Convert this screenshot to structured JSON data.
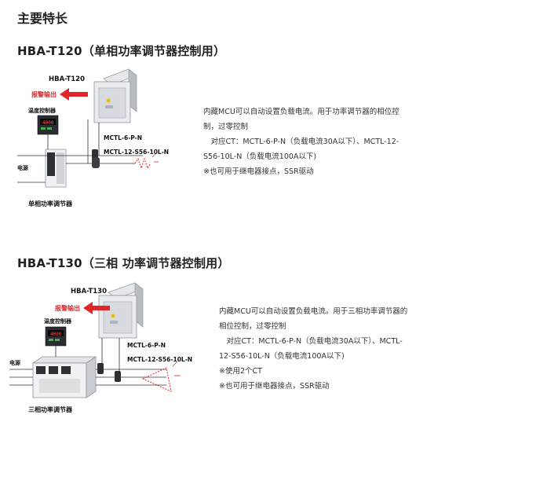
{
  "page_title": "主要特长",
  "sections": [
    {
      "title": "HBA-T120（单相功率调节器控制用）",
      "diagram": {
        "device_label": "HBA-T120",
        "alarm_label": "报警输出",
        "controller_label": "温度控制器",
        "controller_display": "4000",
        "ct1_label": "MCTL-6-P-N",
        "ct2_label": "MCTL-12-S56-10L-N",
        "power_label": "电源",
        "regulator_label": "单相功率调节器"
      },
      "desc_lines": [
        "内藏MCU可以自动设置负载电流。用于功率调节器的相位控",
        "制，过零控制",
        "　对应CT：MCTL-6-P-N（负载电流30A以下）、MCTL-12-",
        "S56-10L-N（负载电流100A以下)",
        "※也可用于继电器接点，SSR驱动"
      ]
    },
    {
      "title": "HBA-T130（三相 功率调节器控制用）",
      "diagram": {
        "device_label": "HBA-T130",
        "alarm_label": "报警输出",
        "controller_label": "温度控制器",
        "controller_display": "4000",
        "ct1_label": "MCTL-6-P-N",
        "ct2_label": "MCTL-12-S56-10L-N",
        "power_label": "电源",
        "regulator_label": "三相功率调节器"
      },
      "desc_lines": [
        "内藏MCU可以自动设置负载电流。用于三相功率调节器的",
        "相位控制，过零控制",
        "　对应CT：MCTL-6-P-N（负载电流30A以下）、MCTL-",
        "12-S56-10L-N（负载电流100A以下)",
        "※使用2个CT",
        "※也可用于继电器接点，SSR驱动"
      ]
    }
  ],
  "colors": {
    "alarm_red": "#e0262b",
    "device_grey": "#c9ccd0"
  }
}
